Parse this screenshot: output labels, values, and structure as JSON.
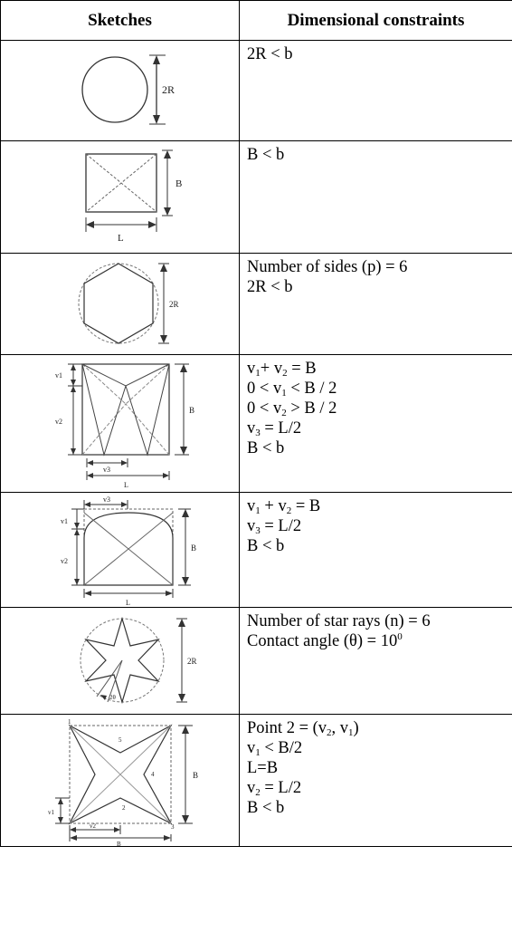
{
  "header": {
    "col1": "Sketches",
    "col2": "Dimensional constraints"
  },
  "rows": [
    {
      "sketch": {
        "labels": [
          "2R"
        ]
      },
      "lines": [
        [
          "2R < b"
        ]
      ]
    },
    {
      "sketch": {
        "labels": [
          "B",
          "L"
        ]
      },
      "lines": [
        [
          "B < b"
        ]
      ]
    },
    {
      "sketch": {
        "labels": [
          "2R"
        ]
      },
      "lines": [
        [
          "Number of sides (p) = 6"
        ],
        [
          "2R < b"
        ]
      ]
    },
    {
      "sketch": {
        "labels": [
          "v1",
          "v2",
          "v3",
          "B",
          "L"
        ]
      },
      "lines": [
        [
          [
            "v",
            "1"
          ],
          "+ ",
          [
            "v",
            "2"
          ],
          " = B"
        ],
        [
          "0 < ",
          [
            "v",
            "1"
          ],
          " < B / 2"
        ],
        [
          "0 < ",
          [
            "v",
            "2"
          ],
          " > B / 2"
        ],
        [
          [
            "v",
            "3"
          ],
          " = L/2"
        ],
        [
          "B < b"
        ]
      ]
    },
    {
      "sketch": {
        "labels": [
          "v3",
          "v1",
          "v2",
          "B",
          "L"
        ]
      },
      "lines": [
        [
          [
            "v",
            "1"
          ],
          " +  ",
          [
            "v",
            "2"
          ],
          " = B"
        ],
        [
          [
            "v",
            "3"
          ],
          " = L/2"
        ],
        [
          "B < b"
        ]
      ]
    },
    {
      "sketch": {
        "labels": [
          "2R",
          "2θ"
        ]
      },
      "lines": [
        [
          "Number of star rays (n) = 6"
        ],
        [
          "Contact angle (θ) = 10",
          [
            "^",
            "0"
          ]
        ]
      ]
    },
    {
      "sketch": {
        "labels": [
          "1",
          "2",
          "3",
          "4",
          "5",
          "B",
          "v1",
          "v2",
          "B"
        ]
      },
      "lines": [
        [
          "Point 2 = (",
          [
            "v",
            "2"
          ],
          ", ",
          [
            "v",
            "1"
          ],
          ")"
        ],
        [
          [
            "v",
            "1"
          ],
          " < B/2"
        ],
        [
          "L=B"
        ],
        [
          [
            "v",
            "2"
          ],
          " = L/2"
        ],
        [
          "B < b"
        ]
      ]
    }
  ]
}
